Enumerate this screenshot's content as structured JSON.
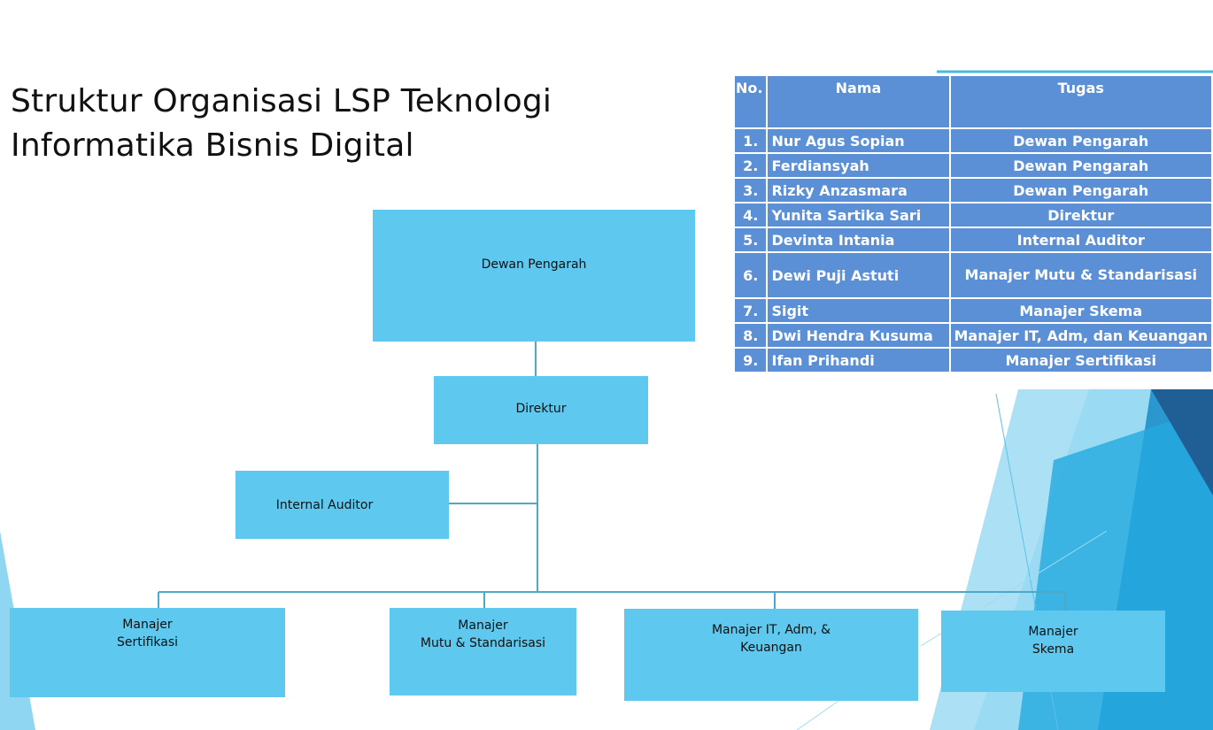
{
  "title": {
    "line1": "Struktur Organisasi LSP Teknologi",
    "line2": "Informatika Bisnis Digital"
  },
  "org_chart": {
    "dewan": "Dewan Pengarah",
    "direktur": "Direktur",
    "auditor": "Internal Auditor",
    "sertifikasi": "Manajer\nSertifikasi",
    "mutu": "Manajer\nMutu & Standarisasi",
    "it": "Manajer IT, Adm, &\nKeuangan",
    "skema": "Manajer\nSkema"
  },
  "table": {
    "headers": {
      "no": "No.",
      "nama": "Nama",
      "tugas": "Tugas"
    },
    "rows": [
      {
        "no": "1.",
        "nama": "Nur Agus Sopian",
        "tugas": "Dewan Pengarah"
      },
      {
        "no": "2.",
        "nama": "Ferdiansyah",
        "tugas": "Dewan Pengarah"
      },
      {
        "no": "3.",
        "nama": "Rizky Anzasmara",
        "tugas": "Dewan Pengarah"
      },
      {
        "no": "4.",
        "nama": "Yunita Sartika Sari",
        "tugas": "Direktur"
      },
      {
        "no": "5.",
        "nama": "Devinta Intania",
        "tugas": "Internal Auditor"
      },
      {
        "no": "6.",
        "nama": "Dewi Puji Astuti",
        "tugas": "Manajer Mutu & Standarisasi"
      },
      {
        "no": "7.",
        "nama": "Sigit",
        "tugas": "Manajer Skema"
      },
      {
        "no": "8.",
        "nama": "Dwi Hendra Kusuma",
        "tugas": "Manajer IT, Adm, dan Keuangan"
      },
      {
        "no": "9.",
        "nama": "Ifan Prihandi",
        "tugas": "Manajer Sertifikasi"
      }
    ]
  },
  "colors": {
    "box_fill": "#5ec8ee",
    "table_fill": "#5b8fd6",
    "connector": "#4ea8c8"
  }
}
